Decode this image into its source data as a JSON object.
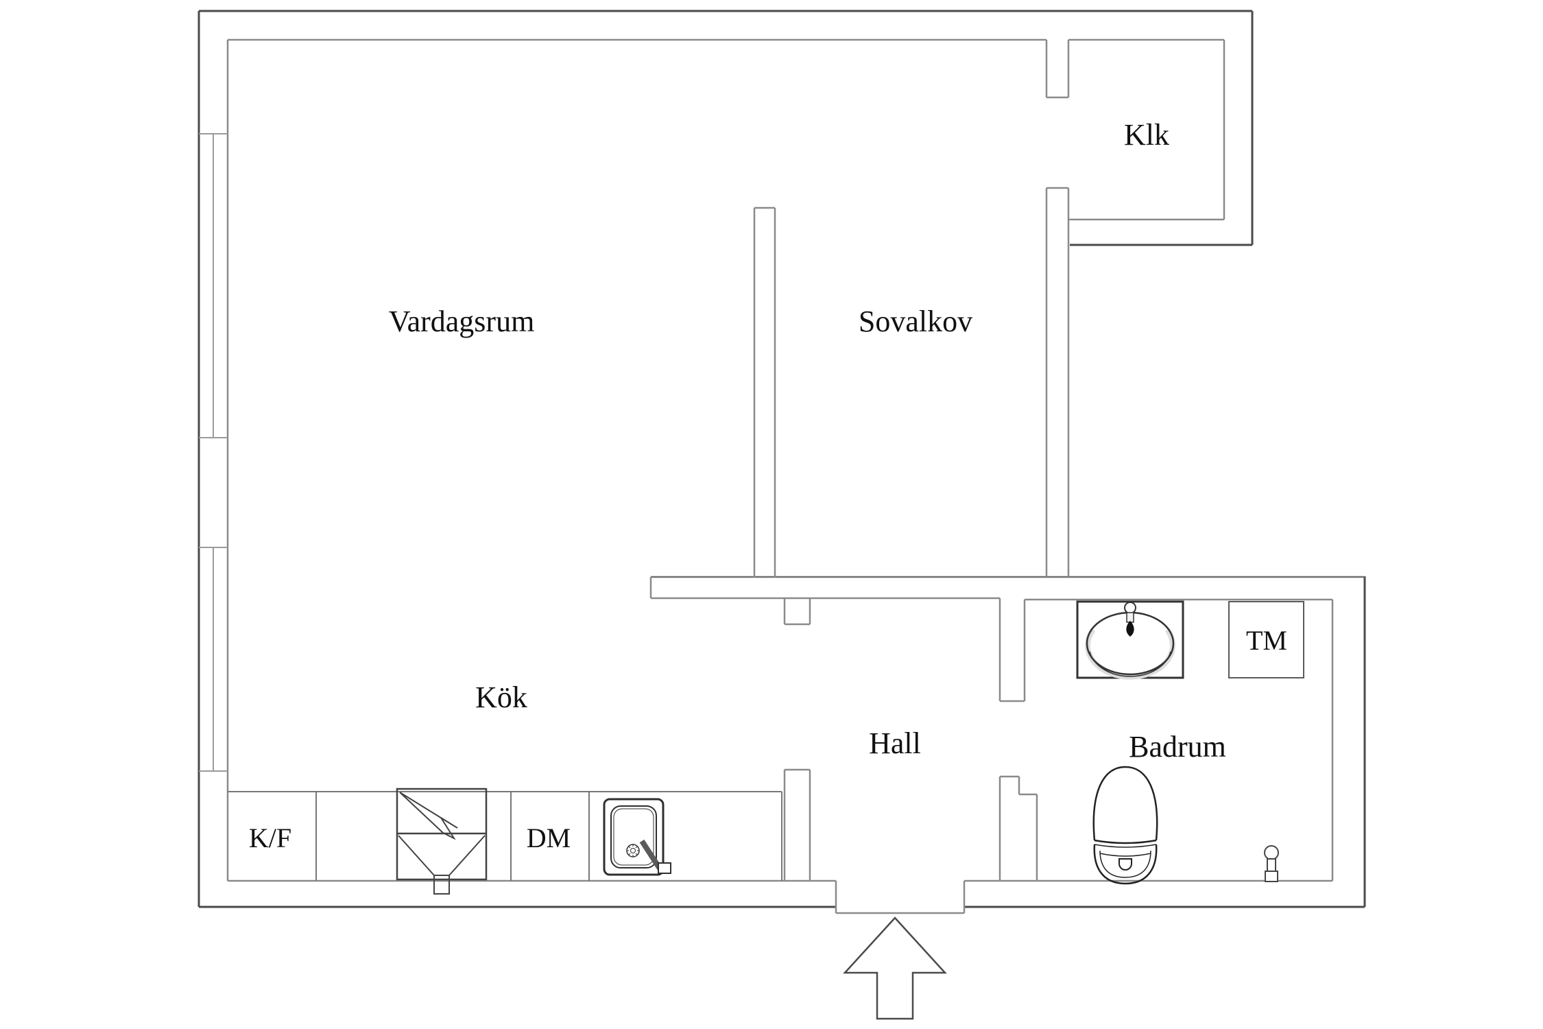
{
  "title": "Apartment floor plan",
  "rooms": [
    {
      "id": "vardagsrum",
      "label": "Vardagsrum"
    },
    {
      "id": "sovalkov",
      "label": "Sovalkov"
    },
    {
      "id": "klk",
      "label": "Klk"
    },
    {
      "id": "kok",
      "label": "Kök"
    },
    {
      "id": "hall",
      "label": "Hall"
    },
    {
      "id": "badrum",
      "label": "Badrum"
    }
  ],
  "appliances": [
    {
      "id": "kf",
      "label": "K/F"
    },
    {
      "id": "dm",
      "label": "DM"
    },
    {
      "id": "tm",
      "label": "TM"
    }
  ],
  "icons": [
    "window-icon",
    "stove-fan-icon",
    "kitchen-sink-icon",
    "bathroom-sink-icon",
    "toilet-icon",
    "water-valve-icon",
    "entrance-arrow-icon"
  ],
  "palette": {
    "outer_wall": "#4a4a4a",
    "inner_wall": "#8a8a8a",
    "window_line": "#9a9a9a",
    "counter_line": "#777777",
    "fixture_dark": "#2f2f2f",
    "text": "#111111",
    "background": "#ffffff"
  }
}
